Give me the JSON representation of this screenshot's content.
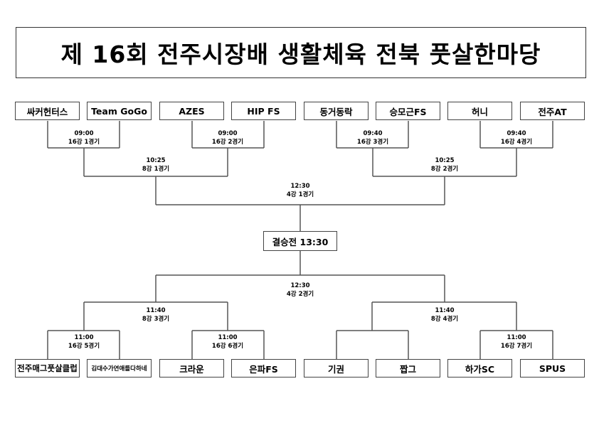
{
  "title": "제 16회 전주시장배 생활체육 전북 풋살한마당",
  "top_teams": [
    "싸커헌터스",
    "Team GoGo",
    "AZES",
    "HIP FS",
    "동거동락",
    "승모근FS",
    "허니",
    "전주AT"
  ],
  "bottom_teams": [
    "전주매그풋살클럽",
    "김대수가연애를다하네",
    "크라운",
    "은파FS",
    "기권",
    "짭그",
    "하가SC",
    "SPUS"
  ],
  "matches": {
    "r16_1": {
      "time": "09:00",
      "name": "16강 1경기"
    },
    "r16_2": {
      "time": "09:00",
      "name": "16강 2경기"
    },
    "r16_3": {
      "time": "09:40",
      "name": "16강 3경기"
    },
    "r16_4": {
      "time": "09:40",
      "name": "16강 4경기"
    },
    "r8_1": {
      "time": "10:25",
      "name": "8강 1경기"
    },
    "r8_2": {
      "time": "10:25",
      "name": "8강 2경기"
    },
    "sf_1": {
      "time": "12:30",
      "name": "4강 1경기"
    },
    "sf_2": {
      "time": "12:30",
      "name": "4강 2경기"
    },
    "r8_3": {
      "time": "11:40",
      "name": "8강 3경기"
    },
    "r8_4": {
      "time": "11:40",
      "name": "8강 4경기"
    },
    "r16_5": {
      "time": "11:00",
      "name": "16강 5경기"
    },
    "r16_6": {
      "time": "11:00",
      "name": "16강 6경기"
    },
    "r16_7": {
      "time": "11:00",
      "name": "16강 7경기"
    }
  },
  "final": "결승전 13:30"
}
